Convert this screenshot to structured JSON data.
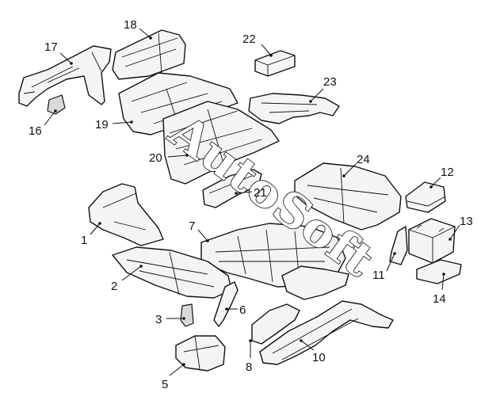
{
  "watermark": "AutoSoft",
  "callouts": {
    "c1": "1",
    "c2": "2",
    "c3": "3",
    "c5": "5",
    "c6": "6",
    "c7": "7",
    "c8": "8",
    "c10": "10",
    "c11": "11",
    "c12": "12",
    "c13": "13",
    "c14": "14",
    "c16": "16",
    "c17": "17",
    "c18": "18",
    "c19": "19",
    "c20": "20",
    "c21": "21",
    "c22": "22",
    "c23": "23",
    "c24": "24"
  }
}
